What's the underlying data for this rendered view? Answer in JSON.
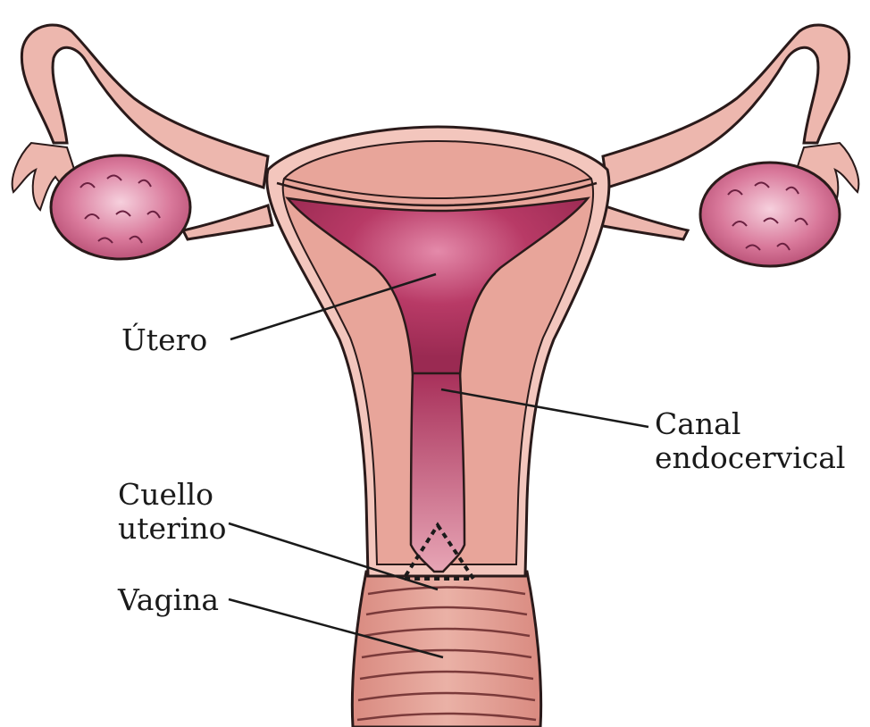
{
  "labels": {
    "utero": "Útero",
    "canal_line1": "Canal",
    "canal_line2": "endocervical",
    "cuello_line1": "Cuello",
    "cuello_line2": "uterino",
    "vagina": "Vagina"
  },
  "colors": {
    "outline": "#2a1a1a",
    "tissue": "#e8a59a",
    "tissue_light": "#f3c6bd",
    "cavity": "#a8305a",
    "cavity_light": "#d46d92",
    "tube": "#edb7ae",
    "ovary": "#c95a7d",
    "ovary_light": "#f2b8cc",
    "vagina": "#d98a80",
    "rib": "#7a3a3a"
  }
}
